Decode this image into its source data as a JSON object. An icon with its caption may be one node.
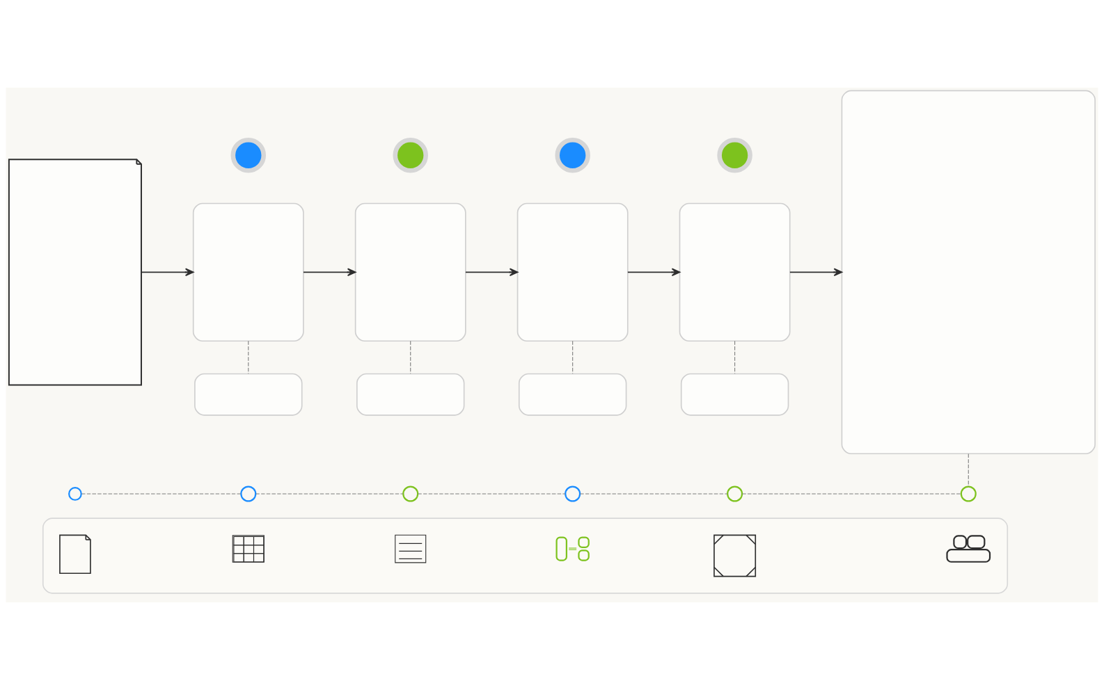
{
  "diagram": {
    "nodes": [
      {
        "text": [],
        "shape": "picture"
      },
      {
        "text": [],
        "shape": "box"
      },
      {
        "text": [],
        "shape": "box"
      },
      {
        "text": [],
        "shape": "box"
      },
      {
        "text": [],
        "shape": "box"
      },
      {
        "text": [],
        "shape": "box"
      },
      {
        "text": [],
        "shape": "box"
      },
      {
        "text": [],
        "shape": "box"
      },
      {
        "text": [],
        "shape": "box"
      },
      {
        "text": [],
        "shape": "box"
      },
      {
        "text": [],
        "shape": "circle"
      },
      {
        "text": [],
        "shape": "circle"
      },
      {
        "text": [],
        "shape": "circle"
      },
      {
        "text": [],
        "shape": "circle"
      },
      {
        "text": [],
        "shape": "circle"
      },
      {
        "text": [],
        "shape": "circle"
      },
      {
        "text": [],
        "shape": "circle"
      },
      {
        "text": [],
        "shape": "circle"
      },
      {
        "text": [],
        "shape": "circle"
      },
      {
        "text": [],
        "shape": "circle"
      },
      {
        "text": [],
        "shape": "box"
      },
      {
        "text": [],
        "shape": "picture",
        "in": 20
      },
      {
        "text": [],
        "shape": "picture",
        "in": 20
      },
      {
        "text": [],
        "shape": "picture",
        "in": 20
      },
      {
        "text": [],
        "shape": "picture",
        "in": 20
      },
      {
        "text": [],
        "shape": "picture",
        "in": 20
      },
      {
        "text": [],
        "shape": "cloud",
        "in": 20
      }
    ],
    "edges": [
      {
        "from": 0,
        "to": 1,
        "arrow": "to",
        "color": "#2e2e2e"
      },
      {
        "from": 1,
        "to": 2,
        "arrow": "to",
        "color": "#2e2e2e"
      },
      {
        "from": 2,
        "to": 3,
        "arrow": "to",
        "color": "#2e2e2e"
      },
      {
        "from": 3,
        "to": 4,
        "arrow": "to",
        "color": "#2e2e2e"
      },
      {
        "from": 4,
        "to": 5,
        "arrow": "to",
        "color": "#2e2e2e"
      },
      {
        "from": 1,
        "to": 6,
        "arrow": "none",
        "style": "dashed"
      },
      {
        "from": 2,
        "to": 7,
        "arrow": "none",
        "style": "dashed"
      },
      {
        "from": 3,
        "to": 8,
        "arrow": "none",
        "style": "dashed"
      },
      {
        "from": 4,
        "to": 9,
        "arrow": "none",
        "style": "dashed"
      },
      {
        "from": 14,
        "to": 15,
        "arrow": "none",
        "style": "dashed"
      },
      {
        "from": 15,
        "to": 16,
        "arrow": "none",
        "style": "dashed"
      },
      {
        "from": 16,
        "to": 17,
        "arrow": "none",
        "style": "dashed"
      },
      {
        "from": 17,
        "to": 18,
        "arrow": "none",
        "style": "dashed"
      },
      {
        "from": 18,
        "to": 19,
        "arrow": "none",
        "style": "dashed"
      },
      {
        "from": 5,
        "to": 19,
        "arrow": "none",
        "style": "dashed"
      }
    ]
  }
}
